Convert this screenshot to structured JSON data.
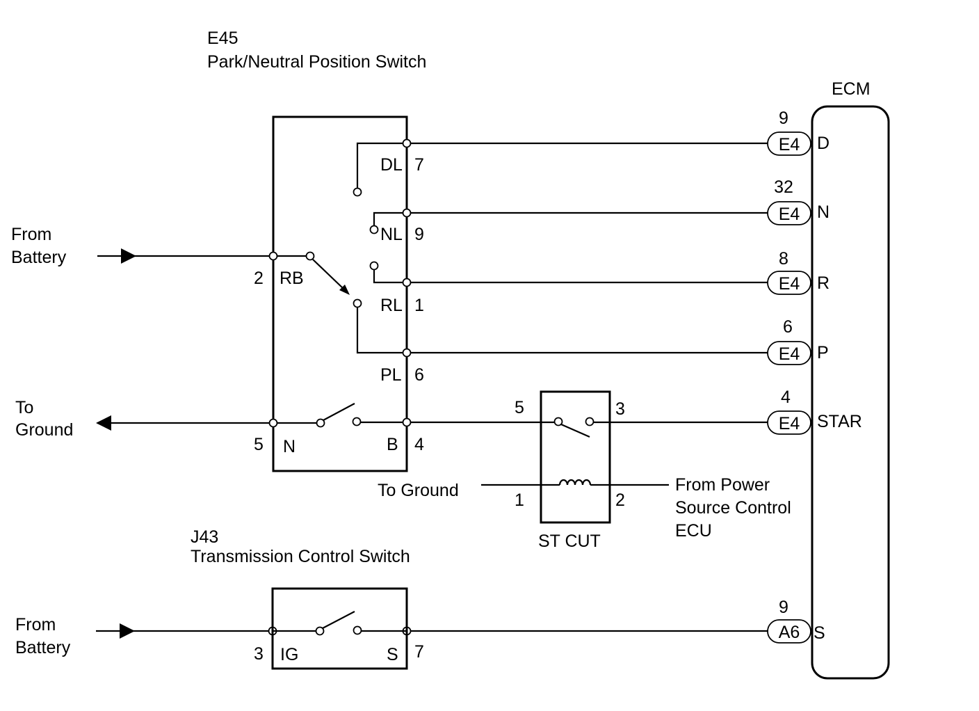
{
  "park_neutral_switch": {
    "code": "E45",
    "name": "Park/Neutral Position Switch",
    "terminals": {
      "dl": {
        "pin": "7",
        "label": "DL"
      },
      "nl": {
        "pin": "9",
        "label": "NL"
      },
      "rl": {
        "pin": "1",
        "label": "RL"
      },
      "pl": {
        "pin": "6",
        "label": "PL"
      },
      "b": {
        "pin": "4",
        "label": "B"
      },
      "rb": {
        "pin": "2",
        "label": "RB"
      },
      "n": {
        "pin": "5",
        "label": "N"
      }
    }
  },
  "transmission_control_switch": {
    "code": "J43",
    "name": "Transmission Control Switch",
    "terminals": {
      "ig": {
        "pin": "3",
        "label": "IG"
      },
      "s": {
        "pin": "7",
        "label": "S"
      }
    }
  },
  "st_cut_relay": {
    "name": "ST CUT",
    "pins": {
      "in": "5",
      "out": "3",
      "coil_ground": "1",
      "coil_power": "2"
    }
  },
  "ecm": {
    "name": "ECM",
    "connections": [
      {
        "pin": "9",
        "connector": "E4",
        "terminal": "D"
      },
      {
        "pin": "32",
        "connector": "E4",
        "terminal": "N"
      },
      {
        "pin": "8",
        "connector": "E4",
        "terminal": "R"
      },
      {
        "pin": "6",
        "connector": "E4",
        "terminal": "P"
      },
      {
        "pin": "4",
        "connector": "E4",
        "terminal": "STAR"
      },
      {
        "pin": "9",
        "connector": "A6",
        "terminal": "S"
      }
    ]
  },
  "external_labels": {
    "from_battery_1": [
      "From",
      "Battery"
    ],
    "to_ground_1": [
      "To",
      "Ground"
    ],
    "to_ground_2": "To Ground",
    "from_power_source": [
      "From Power",
      "Source Control",
      "ECU"
    ],
    "from_battery_2": [
      "From",
      "Battery"
    ]
  }
}
